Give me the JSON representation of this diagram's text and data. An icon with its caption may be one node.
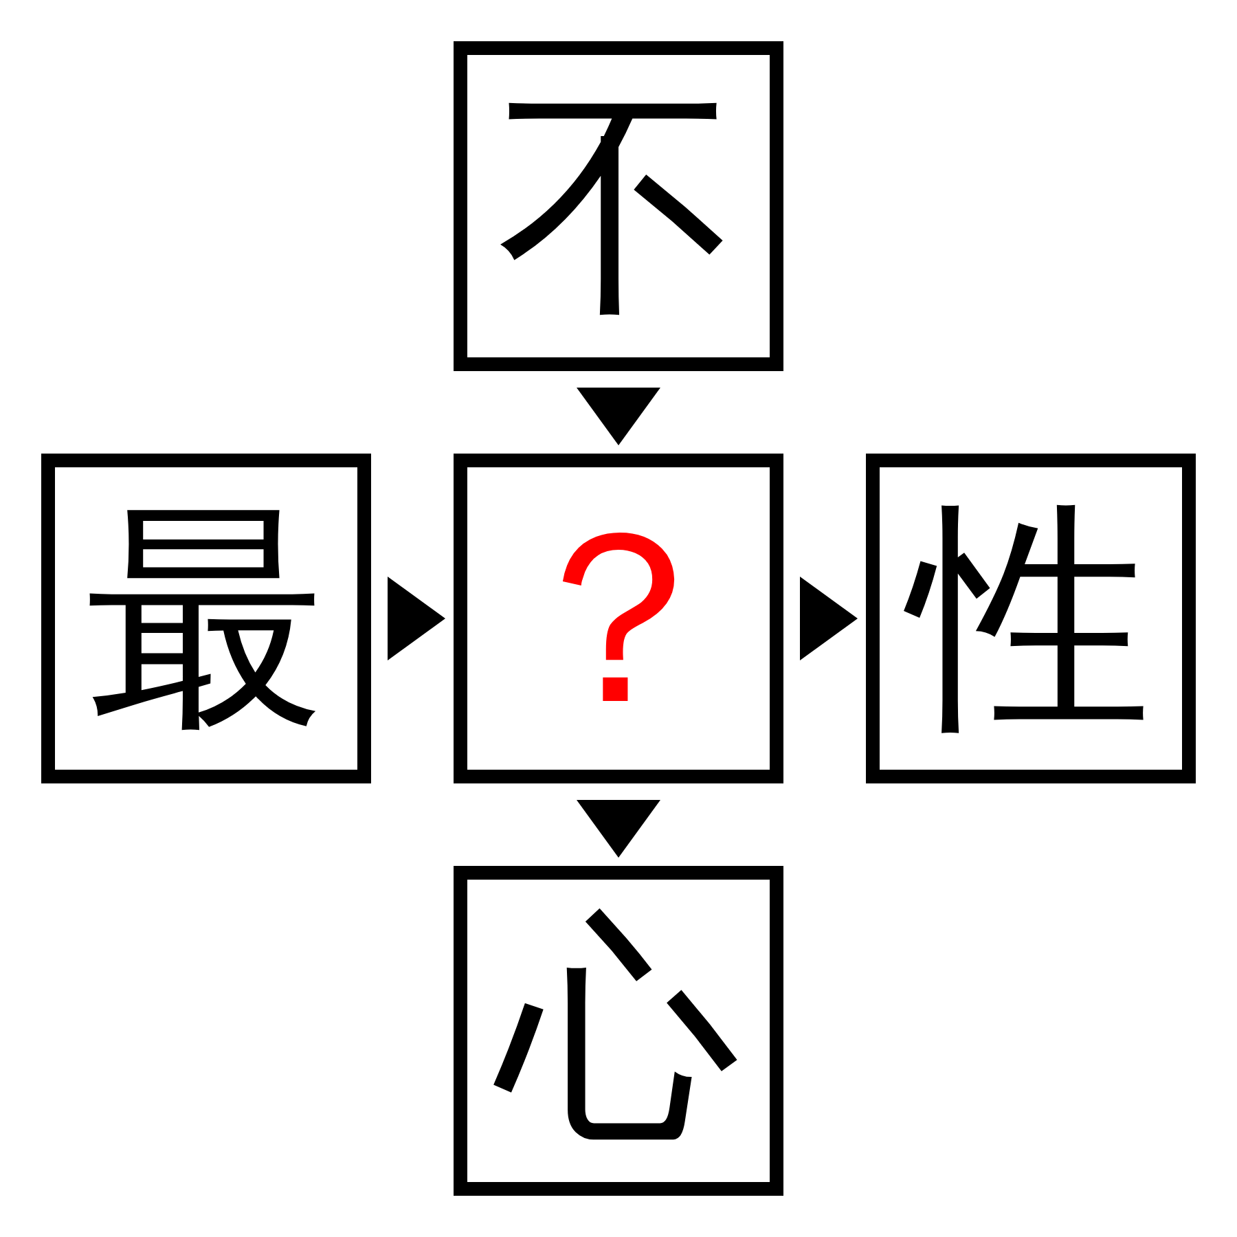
{
  "diagram": {
    "nodes": [
      {
        "text": [
          "不"
        ]
      },
      {
        "text": [
          "最"
        ]
      },
      {
        "text": [
          "？"
        ]
      },
      {
        "text": [
          "性"
        ]
      },
      {
        "text": [
          "心"
        ]
      }
    ],
    "edges": [
      {
        "from": 0,
        "to": 2,
        "arrow": "to"
      },
      {
        "from": 1,
        "to": 2,
        "arrow": "to"
      },
      {
        "from": 2,
        "to": 3,
        "arrow": "to"
      },
      {
        "from": 2,
        "to": 4,
        "arrow": "to"
      }
    ]
  }
}
